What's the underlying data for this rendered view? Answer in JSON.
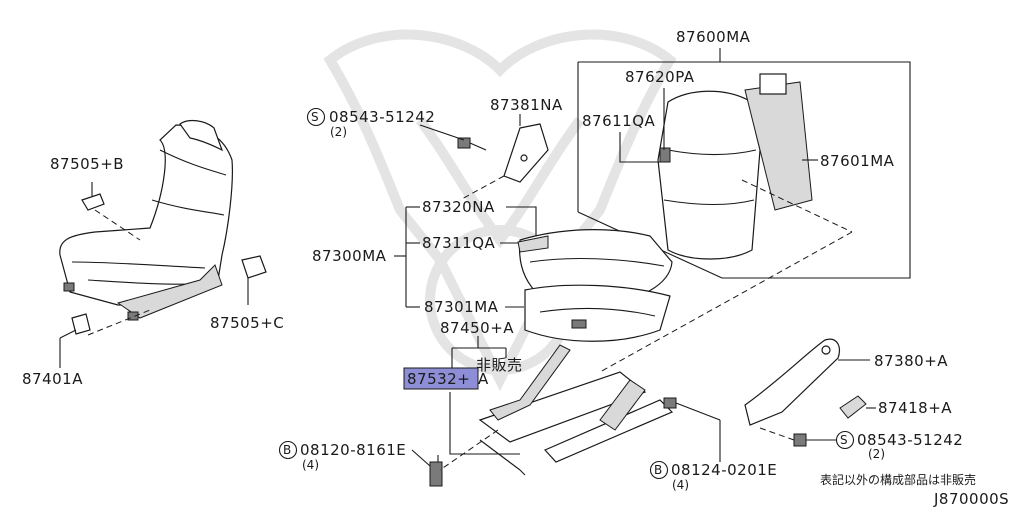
{
  "parts": {
    "p87600MA": "87600MA",
    "p87620PA": "87620PA",
    "p87611QA": "87611QA",
    "p87601MA": "87601MA",
    "p87381NA": "87381NA",
    "p87320NA": "87320NA",
    "p87311QA": "87311QA",
    "p87300MA": "87300MA",
    "p87301MA": "87301MA",
    "p87450A": "87450+A",
    "p87532A_code": "87532+",
    "p87532A_suffix": "A",
    "p87380A": "87380+A",
    "p87418A": "87418+A",
    "p87505B": "87505+B",
    "p87505C": "87505+C",
    "p87401A": "87401A"
  },
  "fasteners": {
    "screw_top_circle": "S",
    "screw_top_code": "08543-51242",
    "screw_top_qty": "(2)",
    "screw_right_circle": "S",
    "screw_right_code": "08543-51242",
    "screw_right_qty": "(2)",
    "bolt_left_circle": "B",
    "bolt_left_code": "08120-8161E",
    "bolt_left_qty": "(4)",
    "bolt_right_circle": "B",
    "bolt_right_code": "08124-0201E",
    "bolt_right_qty": "(4)"
  },
  "notes": {
    "not_for_sale": "非販売",
    "footer_note": "表記以外の構成部品は非販売",
    "diagram_code": "J870000S"
  },
  "highlight_color": "#8e8ed6"
}
